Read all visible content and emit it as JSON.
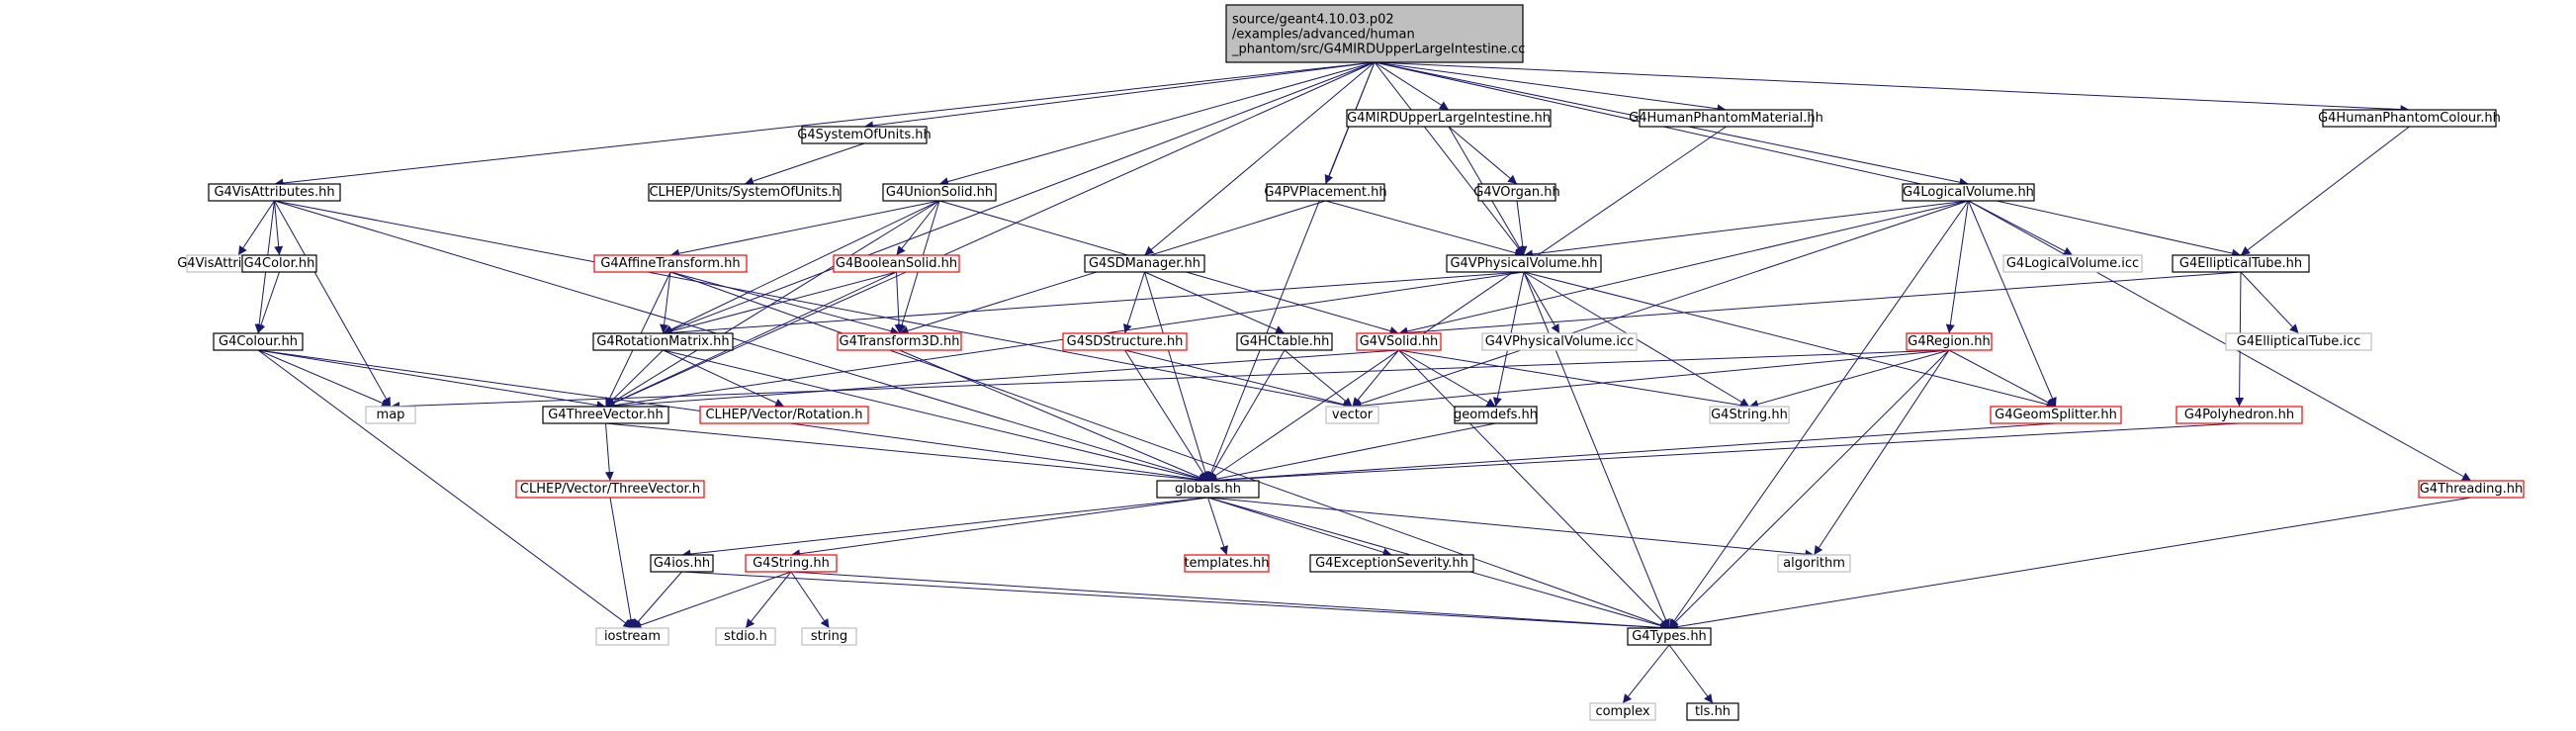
{
  "colors": {
    "edge": "#191970",
    "root_fill": "#bfbfbf",
    "normal_border": "#000000",
    "red_border": "#ff0000",
    "system_border": "#bfbfbf"
  },
  "nodes": [
    {
      "id": "root",
      "lines": [
        "source/geant4.10.03.p02",
        "/examples/advanced/human",
        "_phantom/src/G4MIRDUpperLargeIntestine.cc"
      ],
      "kind": "root"
    },
    {
      "id": "vis_attr",
      "lines": [
        "G4VisAttributes.hh"
      ],
      "kind": "normal"
    },
    {
      "id": "sys_units",
      "lines": [
        "G4SystemOfUnits.hh"
      ],
      "kind": "normal"
    },
    {
      "id": "union_solid",
      "lines": [
        "G4UnionSolid.hh"
      ],
      "kind": "normal"
    },
    {
      "id": "sd_manager",
      "lines": [
        "G4SDManager.hh"
      ],
      "kind": "normal"
    },
    {
      "id": "pv_placement",
      "lines": [
        "G4PVPlacement.hh"
      ],
      "kind": "normal"
    },
    {
      "id": "mird",
      "lines": [
        "G4MIRDUpperLargeIntestine.hh"
      ],
      "kind": "normal"
    },
    {
      "id": "phantom_mat",
      "lines": [
        "G4HumanPhantomMaterial.hh"
      ],
      "kind": "normal"
    },
    {
      "id": "logical_vol",
      "lines": [
        "G4LogicalVolume.hh"
      ],
      "kind": "normal"
    },
    {
      "id": "phantom_col",
      "lines": [
        "G4HumanPhantomColour.hh"
      ],
      "kind": "normal"
    },
    {
      "id": "clhep_units",
      "lines": [
        "CLHEP/Units/SystemOfUnits.h"
      ],
      "kind": "normal"
    },
    {
      "id": "vis_icc",
      "lines": [
        "G4VisAttributes.icc"
      ],
      "kind": "system"
    },
    {
      "id": "color_hh",
      "lines": [
        "G4Color.hh"
      ],
      "kind": "normal"
    },
    {
      "id": "affine",
      "lines": [
        "G4AffineTransform.hh"
      ],
      "kind": "red"
    },
    {
      "id": "boolean",
      "lines": [
        "G4BooleanSolid.hh"
      ],
      "kind": "red"
    },
    {
      "id": "organ",
      "lines": [
        "G4VOrgan.hh"
      ],
      "kind": "normal"
    },
    {
      "id": "phys_vol",
      "lines": [
        "G4VPhysicalVolume.hh"
      ],
      "kind": "normal"
    },
    {
      "id": "logical_icc",
      "lines": [
        "G4LogicalVolume.icc"
      ],
      "kind": "system"
    },
    {
      "id": "elliptical",
      "lines": [
        "G4EllipticalTube.hh"
      ],
      "kind": "normal"
    },
    {
      "id": "colour",
      "lines": [
        "G4Colour.hh"
      ],
      "kind": "normal"
    },
    {
      "id": "rotation",
      "lines": [
        "G4RotationMatrix.hh"
      ],
      "kind": "normal"
    },
    {
      "id": "transform3d",
      "lines": [
        "G4Transform3D.hh"
      ],
      "kind": "red"
    },
    {
      "id": "sd_structure",
      "lines": [
        "G4SDStructure.hh"
      ],
      "kind": "red"
    },
    {
      "id": "hc_table",
      "lines": [
        "G4HCtable.hh"
      ],
      "kind": "normal"
    },
    {
      "id": "vsolid",
      "lines": [
        "G4VSolid.hh"
      ],
      "kind": "red"
    },
    {
      "id": "region",
      "lines": [
        "G4Region.hh"
      ],
      "kind": "red"
    },
    {
      "id": "ell_icc",
      "lines": [
        "G4EllipticalTube.icc"
      ],
      "kind": "system"
    },
    {
      "id": "pv_icc",
      "lines": [
        "G4VPhysicalVolume.icc"
      ],
      "kind": "system"
    },
    {
      "id": "map",
      "lines": [
        "map"
      ],
      "kind": "system"
    },
    {
      "id": "three_vector",
      "lines": [
        "G4ThreeVector.hh"
      ],
      "kind": "normal"
    },
    {
      "id": "clhep_rot",
      "lines": [
        "CLHEP/Vector/Rotation.h"
      ],
      "kind": "red"
    },
    {
      "id": "vector",
      "lines": [
        "vector"
      ],
      "kind": "system"
    },
    {
      "id": "geomdefs",
      "lines": [
        "geomdefs.hh"
      ],
      "kind": "normal"
    },
    {
      "id": "g4string_top",
      "lines": [
        "G4String.hh"
      ],
      "kind": "system"
    },
    {
      "id": "geom_split",
      "lines": [
        "G4GeomSplitter.hh"
      ],
      "kind": "red"
    },
    {
      "id": "polyhedron",
      "lines": [
        "G4Polyhedron.hh"
      ],
      "kind": "red"
    },
    {
      "id": "clhep_tv",
      "lines": [
        "CLHEP/Vector/ThreeVector.h"
      ],
      "kind": "red"
    },
    {
      "id": "globals",
      "lines": [
        "globals.hh"
      ],
      "kind": "normal"
    },
    {
      "id": "threading",
      "lines": [
        "G4Threading.hh"
      ],
      "kind": "red"
    },
    {
      "id": "templates",
      "lines": [
        "templates.hh"
      ],
      "kind": "red"
    },
    {
      "id": "exception",
      "lines": [
        "G4ExceptionSeverity.hh"
      ],
      "kind": "normal"
    },
    {
      "id": "algorithm",
      "lines": [
        "algorithm"
      ],
      "kind": "system"
    },
    {
      "id": "ios",
      "lines": [
        "G4ios.hh"
      ],
      "kind": "normal"
    },
    {
      "id": "g4string",
      "lines": [
        "G4String.hh"
      ],
      "kind": "red"
    },
    {
      "id": "iostream",
      "lines": [
        "iostream"
      ],
      "kind": "system"
    },
    {
      "id": "stdio",
      "lines": [
        "stdio.h"
      ],
      "kind": "system"
    },
    {
      "id": "string",
      "lines": [
        "string"
      ],
      "kind": "system"
    },
    {
      "id": "types",
      "lines": [
        "G4Types.hh"
      ],
      "kind": "normal"
    },
    {
      "id": "complex",
      "lines": [
        "complex"
      ],
      "kind": "system"
    },
    {
      "id": "tls",
      "lines": [
        "tls.hh"
      ],
      "kind": "normal"
    }
  ],
  "edges": [
    [
      "root",
      "vis_attr"
    ],
    [
      "root",
      "sys_units"
    ],
    [
      "root",
      "union_solid"
    ],
    [
      "root",
      "sd_manager"
    ],
    [
      "root",
      "pv_placement"
    ],
    [
      "root",
      "mird"
    ],
    [
      "root",
      "phantom_mat"
    ],
    [
      "root",
      "logical_vol"
    ],
    [
      "root",
      "phantom_col"
    ],
    [
      "root",
      "elliptical"
    ],
    [
      "root",
      "phys_vol"
    ],
    [
      "root",
      "rotation"
    ],
    [
      "root",
      "three_vector"
    ],
    [
      "root",
      "globals"
    ],
    [
      "sys_units",
      "clhep_units"
    ],
    [
      "vis_attr",
      "vis_icc"
    ],
    [
      "vis_attr",
      "color_hh"
    ],
    [
      "vis_attr",
      "colour"
    ],
    [
      "vis_attr",
      "map"
    ],
    [
      "vis_attr",
      "vector"
    ],
    [
      "vis_attr",
      "globals"
    ],
    [
      "color_hh",
      "colour"
    ],
    [
      "colour",
      "map"
    ],
    [
      "colour",
      "three_vector"
    ],
    [
      "colour",
      "globals"
    ],
    [
      "colour",
      "iostream"
    ],
    [
      "union_solid",
      "affine"
    ],
    [
      "union_solid",
      "boolean"
    ],
    [
      "union_solid",
      "rotation"
    ],
    [
      "union_solid",
      "transform3d"
    ],
    [
      "union_solid",
      "vsolid"
    ],
    [
      "union_solid",
      "three_vector"
    ],
    [
      "affine",
      "rotation"
    ],
    [
      "affine",
      "transform3d"
    ],
    [
      "affine",
      "three_vector"
    ],
    [
      "affine",
      "types"
    ],
    [
      "boolean",
      "rotation"
    ],
    [
      "boolean",
      "transform3d"
    ],
    [
      "boolean",
      "three_vector"
    ],
    [
      "rotation",
      "three_vector"
    ],
    [
      "rotation",
      "clhep_rot"
    ],
    [
      "rotation",
      "globals"
    ],
    [
      "transform3d",
      "globals"
    ],
    [
      "three_vector",
      "clhep_tv"
    ],
    [
      "three_vector",
      "globals"
    ],
    [
      "clhep_tv",
      "iostream"
    ],
    [
      "sd_manager",
      "sd_structure"
    ],
    [
      "sd_manager",
      "hc_table"
    ],
    [
      "sd_manager",
      "globals"
    ],
    [
      "sd_structure",
      "vector"
    ],
    [
      "sd_structure",
      "globals"
    ],
    [
      "hc_table",
      "vector"
    ],
    [
      "hc_table",
      "globals"
    ],
    [
      "pv_placement",
      "phys_vol"
    ],
    [
      "pv_placement",
      "transform3d"
    ],
    [
      "mird",
      "organ"
    ],
    [
      "mird",
      "phys_vol"
    ],
    [
      "organ",
      "phys_vol"
    ],
    [
      "phantom_mat",
      "globals"
    ],
    [
      "phys_vol",
      "pv_icc"
    ],
    [
      "phys_vol",
      "rotation"
    ],
    [
      "phys_vol",
      "three_vector"
    ],
    [
      "phys_vol",
      "geomdefs"
    ],
    [
      "phys_vol",
      "g4string_top"
    ],
    [
      "phys_vol",
      "geom_split"
    ],
    [
      "phys_vol",
      "types"
    ],
    [
      "logical_vol",
      "phys_vol"
    ],
    [
      "logical_vol",
      "logical_icc"
    ],
    [
      "logical_vol",
      "region"
    ],
    [
      "logical_vol",
      "vsolid"
    ],
    [
      "logical_vol",
      "geom_split"
    ],
    [
      "logical_vol",
      "vector"
    ],
    [
      "logical_vol",
      "threading"
    ],
    [
      "logical_vol",
      "types"
    ],
    [
      "phantom_col",
      "elliptical"
    ],
    [
      "elliptical",
      "ell_icc"
    ],
    [
      "elliptical",
      "vsolid"
    ],
    [
      "elliptical",
      "polyhedron"
    ],
    [
      "vsolid",
      "three_vector"
    ],
    [
      "vsolid",
      "vector"
    ],
    [
      "vsolid",
      "geomdefs"
    ],
    [
      "vsolid",
      "g4string_top"
    ],
    [
      "vsolid",
      "types"
    ],
    [
      "region",
      "map"
    ],
    [
      "region",
      "vector"
    ],
    [
      "region",
      "g4string_top"
    ],
    [
      "region",
      "geom_split"
    ],
    [
      "region",
      "algorithm"
    ],
    [
      "region",
      "types"
    ],
    [
      "geomdefs",
      "globals"
    ],
    [
      "geom_split",
      "globals"
    ],
    [
      "polyhedron",
      "globals"
    ],
    [
      "threading",
      "types"
    ],
    [
      "globals",
      "ios"
    ],
    [
      "globals",
      "g4string"
    ],
    [
      "globals",
      "templates"
    ],
    [
      "globals",
      "exception"
    ],
    [
      "globals",
      "algorithm"
    ],
    [
      "globals",
      "types"
    ],
    [
      "ios",
      "iostream"
    ],
    [
      "ios",
      "types"
    ],
    [
      "g4string",
      "iostream"
    ],
    [
      "g4string",
      "stdio"
    ],
    [
      "g4string",
      "string"
    ],
    [
      "g4string",
      "types"
    ],
    [
      "types",
      "complex"
    ],
    [
      "types",
      "tls"
    ]
  ]
}
